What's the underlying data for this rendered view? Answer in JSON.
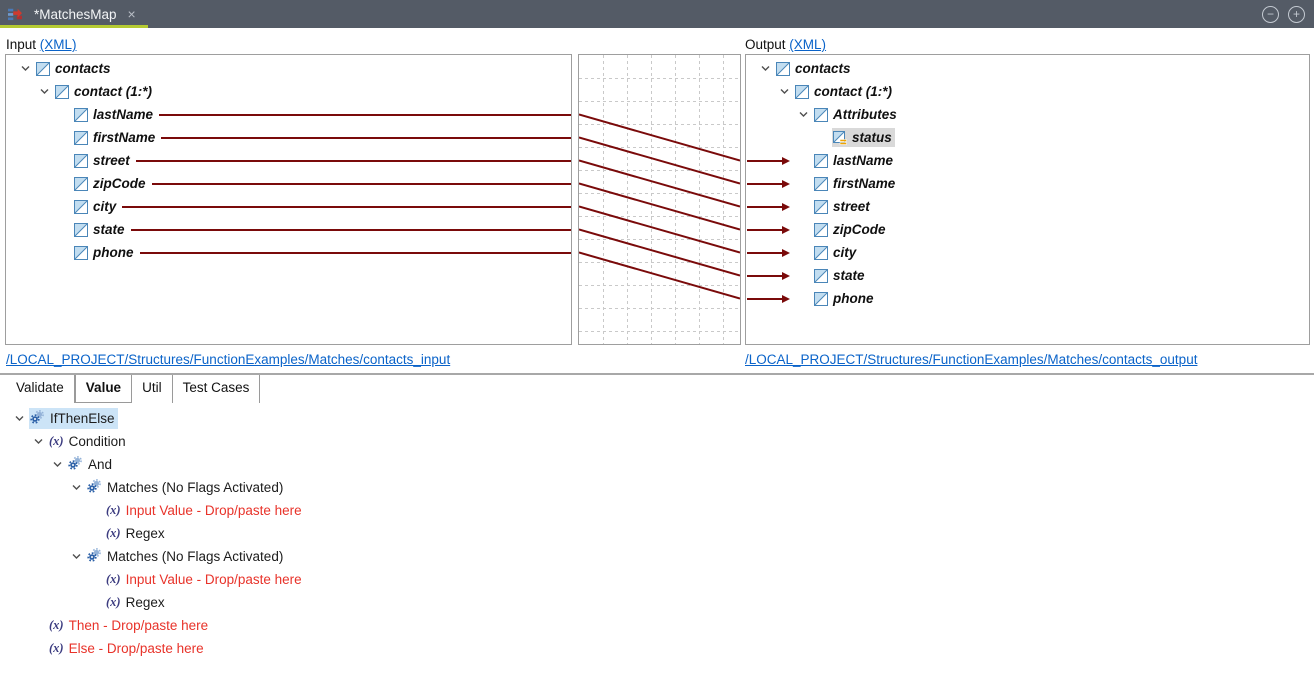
{
  "window": {
    "tab_title": "*MatchesMap",
    "close_label": "×",
    "zoom_out_label": "−",
    "zoom_in_label": "+"
  },
  "colors": {
    "accent_green": "#b5ca32",
    "connector": "#7a0a0a",
    "link": "#0a63c9",
    "red_text": "#e8332a",
    "selection_blue": "#cce4f7",
    "selection_gray": "#d9d9d9",
    "grid": "#c9c9c9",
    "x_icon": "#3c3c80"
  },
  "input": {
    "label": "Input",
    "format_link": "(XML)",
    "source_link": "/LOCAL_PROJECT/Structures/FunctionExamples/Matches/contacts_input"
  },
  "output": {
    "label": "Output",
    "format_link": "(XML)",
    "source_link": "/LOCAL_PROJECT/Structures/FunctionExamples/Matches/contacts_output"
  },
  "left_tree": {
    "nodes": [
      {
        "label": "contacts",
        "level": 0,
        "icon": "element",
        "expanded": true
      },
      {
        "label": "contact (1:*)",
        "level": 1,
        "icon": "element",
        "expanded": true
      },
      {
        "label": "lastName",
        "level": 2,
        "icon": "element",
        "mapped": true
      },
      {
        "label": "firstName",
        "level": 2,
        "icon": "element",
        "mapped": true
      },
      {
        "label": "street",
        "level": 2,
        "icon": "element",
        "mapped": true
      },
      {
        "label": "zipCode",
        "level": 2,
        "icon": "element",
        "mapped": true
      },
      {
        "label": "city",
        "level": 2,
        "icon": "element",
        "mapped": true
      },
      {
        "label": "state",
        "level": 2,
        "icon": "element",
        "mapped": true
      },
      {
        "label": "phone",
        "level": 2,
        "icon": "element",
        "mapped": true
      }
    ]
  },
  "right_tree": {
    "nodes": [
      {
        "label": "contacts",
        "level": 0,
        "icon": "element",
        "expanded": true
      },
      {
        "label": "contact (1:*)",
        "level": 1,
        "icon": "element",
        "expanded": true
      },
      {
        "label": "Attributes",
        "level": 2,
        "icon": "element",
        "expanded": true
      },
      {
        "label": "status",
        "level": 3,
        "icon": "attribute",
        "highlighted": true
      },
      {
        "label": "lastName",
        "level": 2,
        "icon": "element",
        "arrow": true
      },
      {
        "label": "firstName",
        "level": 2,
        "icon": "element",
        "arrow": true
      },
      {
        "label": "street",
        "level": 2,
        "icon": "element",
        "arrow": true
      },
      {
        "label": "zipCode",
        "level": 2,
        "icon": "element",
        "arrow": true
      },
      {
        "label": "city",
        "level": 2,
        "icon": "element",
        "arrow": true
      },
      {
        "label": "state",
        "level": 2,
        "icon": "element",
        "arrow": true
      },
      {
        "label": "phone",
        "level": 2,
        "icon": "element",
        "arrow": true
      }
    ]
  },
  "connections": [
    {
      "from": 2,
      "to": 4
    },
    {
      "from": 3,
      "to": 5
    },
    {
      "from": 4,
      "to": 6
    },
    {
      "from": 5,
      "to": 7
    },
    {
      "from": 6,
      "to": 8
    },
    {
      "from": 7,
      "to": 9
    },
    {
      "from": 8,
      "to": 10
    }
  ],
  "bottom_tabs": {
    "tabs": [
      "Validate",
      "Value",
      "Util",
      "Test Cases"
    ],
    "active": "Value"
  },
  "function_tree": {
    "nodes": [
      {
        "label": "IfThenElse",
        "level": 0,
        "icon": "gears",
        "expanded": true,
        "selected": true
      },
      {
        "label": "Condition",
        "level": 1,
        "icon": "x",
        "expanded": true
      },
      {
        "label": "And",
        "level": 2,
        "icon": "gears",
        "expanded": true
      },
      {
        "label": "Matches (No Flags Activated)",
        "level": 3,
        "icon": "gears",
        "expanded": true
      },
      {
        "label": "Input Value - Drop/paste here",
        "level": 4,
        "icon": "x",
        "red": true
      },
      {
        "label": "Regex",
        "level": 4,
        "icon": "x"
      },
      {
        "label": "Matches (No Flags Activated)",
        "level": 3,
        "icon": "gears",
        "expanded": true
      },
      {
        "label": "Input Value - Drop/paste here",
        "level": 4,
        "icon": "x",
        "red": true
      },
      {
        "label": "Regex",
        "level": 4,
        "icon": "x"
      },
      {
        "label": "Then - Drop/paste here",
        "level": 1,
        "icon": "x",
        "red": true
      },
      {
        "label": "Else - Drop/paste here",
        "level": 1,
        "icon": "x",
        "red": true
      }
    ]
  },
  "icons": {
    "expression": "(x)"
  }
}
